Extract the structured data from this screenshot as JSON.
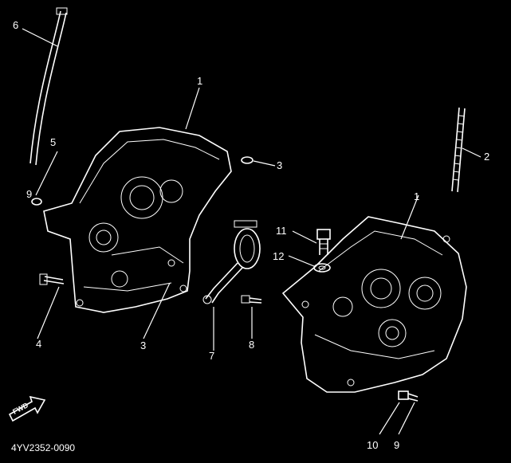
{
  "callouts": {
    "c1_left": "1",
    "c1_right": "1",
    "c2": "2",
    "c3_upper": "3",
    "c3_lower": "3",
    "c4": "4",
    "c5": "5",
    "c6": "6",
    "c7": "7",
    "c8": "8",
    "c9_left": "9",
    "c9_bottom": "9",
    "c10": "10",
    "c11": "11",
    "c12": "12"
  },
  "fwd_label": "FWD",
  "diagram_code": "4YV2352-0090",
  "colors": {
    "background": "#000000",
    "ink": "#ffffff"
  }
}
